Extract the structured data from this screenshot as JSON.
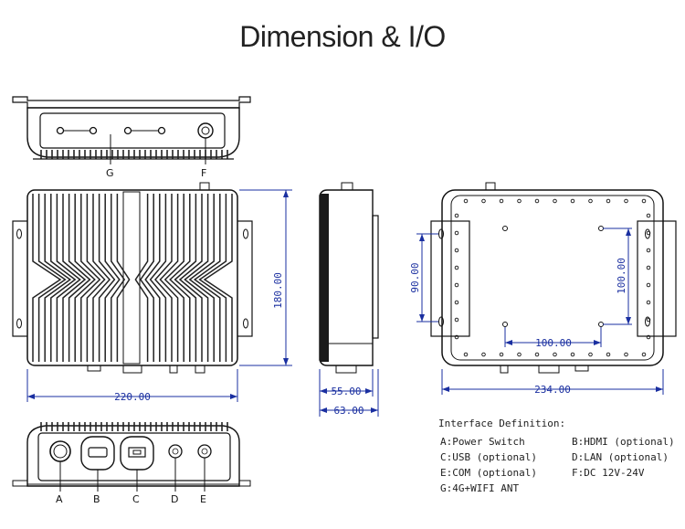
{
  "title": "Dimension & I/O",
  "dimensions": {
    "front_width": "220.00",
    "front_height": "180.00",
    "side_depth_inner": "55.00",
    "side_depth_outer": "63.00",
    "back_width": "234.00",
    "back_hole_v": "90.00",
    "back_hole_v2": "100.00",
    "back_hole_h": "100.00"
  },
  "top_labels": {
    "g": "G",
    "f": "F"
  },
  "bottom_labels": {
    "a": "A",
    "b": "B",
    "c": "C",
    "d": "D",
    "e": "E"
  },
  "interface": {
    "heading": "Interface Definition:",
    "items": [
      "A:Power Switch",
      "B:HDMI (optional)",
      "C:USB (optional)",
      "D:LAN (optional)",
      "E:COM (optional)",
      "F:DC 12V-24V",
      "G:4G+WIFI ANT"
    ]
  },
  "colors": {
    "dimension": "#1a2fa0",
    "line": "#111111"
  }
}
